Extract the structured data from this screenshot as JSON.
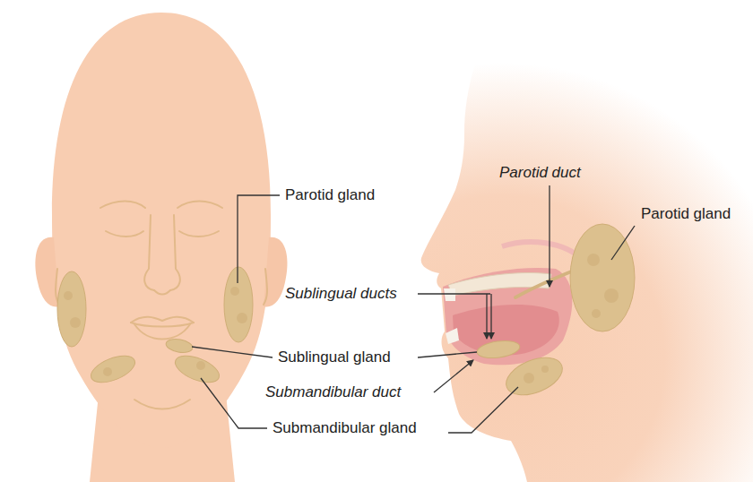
{
  "diagram": {
    "labels": [
      "Parotid duct",
      "Parotid gland",
      "Parotid gland",
      "Sublingual ducts",
      "Sublingual gland",
      "Submandibular duct",
      "Submandibular gland"
    ]
  }
}
